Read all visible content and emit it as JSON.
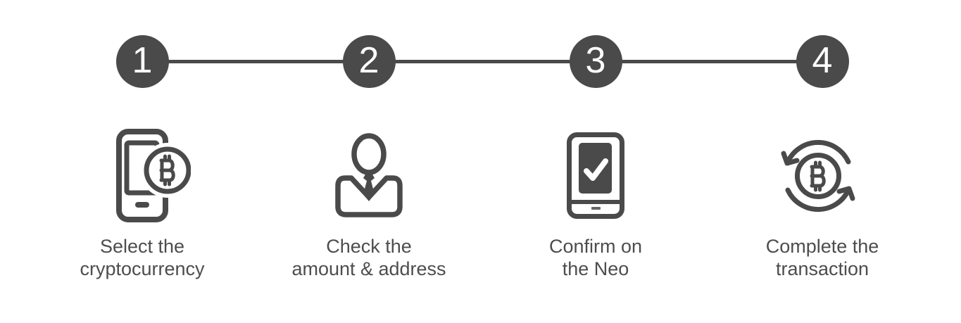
{
  "colors": {
    "step_circle": "#4a4a4a",
    "connector": "#4a4a4a",
    "icon": "#4a4a4a",
    "text": "#4d4d4d",
    "background": "#ffffff",
    "check": "#ffffff"
  },
  "steps": [
    {
      "number": "1",
      "label": "Select the\ncryptocurrency",
      "icon": "phone-bitcoin-icon"
    },
    {
      "number": "2",
      "label": "Check the\namount & address",
      "icon": "person-tie-icon"
    },
    {
      "number": "3",
      "label": "Confirm on\nthe Neo",
      "icon": "device-checkmark-icon"
    },
    {
      "number": "4",
      "label": "Complete the\ntransaction",
      "icon": "bitcoin-cycle-icon"
    }
  ]
}
